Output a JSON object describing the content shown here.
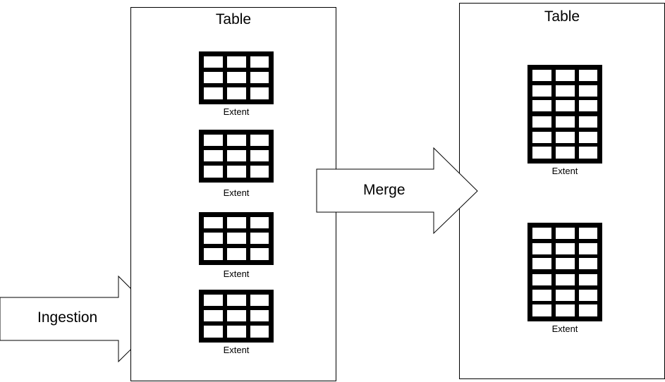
{
  "left_table": {
    "title": "Table",
    "extents": [
      {
        "label": "Extent"
      },
      {
        "label": "Extent"
      },
      {
        "label": "Extent"
      },
      {
        "label": "Extent"
      }
    ]
  },
  "right_table": {
    "title": "Table",
    "extents": [
      {
        "label": "Extent"
      },
      {
        "label": "Extent"
      }
    ]
  },
  "arrows": {
    "ingestion_label": "Ingestion",
    "merge_label": "Merge"
  },
  "icons": {
    "extent": "table-grid-icon",
    "arrow": "arrow-right-icon"
  }
}
